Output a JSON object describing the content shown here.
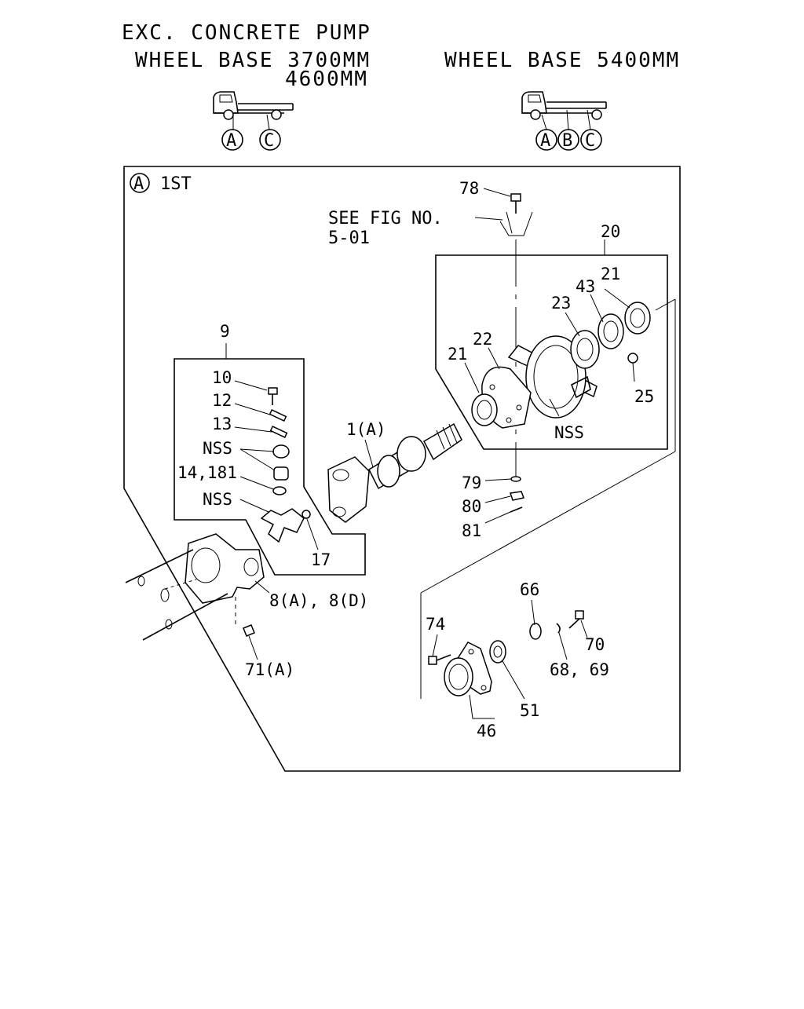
{
  "header": {
    "line1": "EXC. CONCRETE PUMP",
    "left_wheelbase_a": "WHEEL BASE 3700MM",
    "left_wheelbase_b": "4600MM",
    "right_wheelbase": "WHEEL BASE 5400MM",
    "left_truck_markers": [
      "A",
      "C"
    ],
    "right_truck_markers": [
      "A",
      "B",
      "C"
    ]
  },
  "section": {
    "marker": "A",
    "title": "1ST",
    "see_fig_line1": "SEE FIG NO.",
    "see_fig_line2": "5-01"
  },
  "callouts": {
    "c78": "78",
    "c20": "20",
    "c21a": "21",
    "c43": "43",
    "c23": "23",
    "c22": "22",
    "c21b": "21",
    "c25": "25",
    "cnss1": "NSS",
    "c9": "9",
    "c10": "10",
    "c12": "12",
    "c13": "13",
    "cnss2": "NSS",
    "c14": "14,181",
    "cnss3": "NSS",
    "c17": "17",
    "c1": "1(A)",
    "c79": "79",
    "c80": "80",
    "c81": "81",
    "c8": "8(A), 8(D)",
    "c71": "71(A)",
    "c66": "66",
    "c74": "74",
    "c70": "70",
    "c68": "68, 69",
    "c51": "51",
    "c46": "46"
  }
}
